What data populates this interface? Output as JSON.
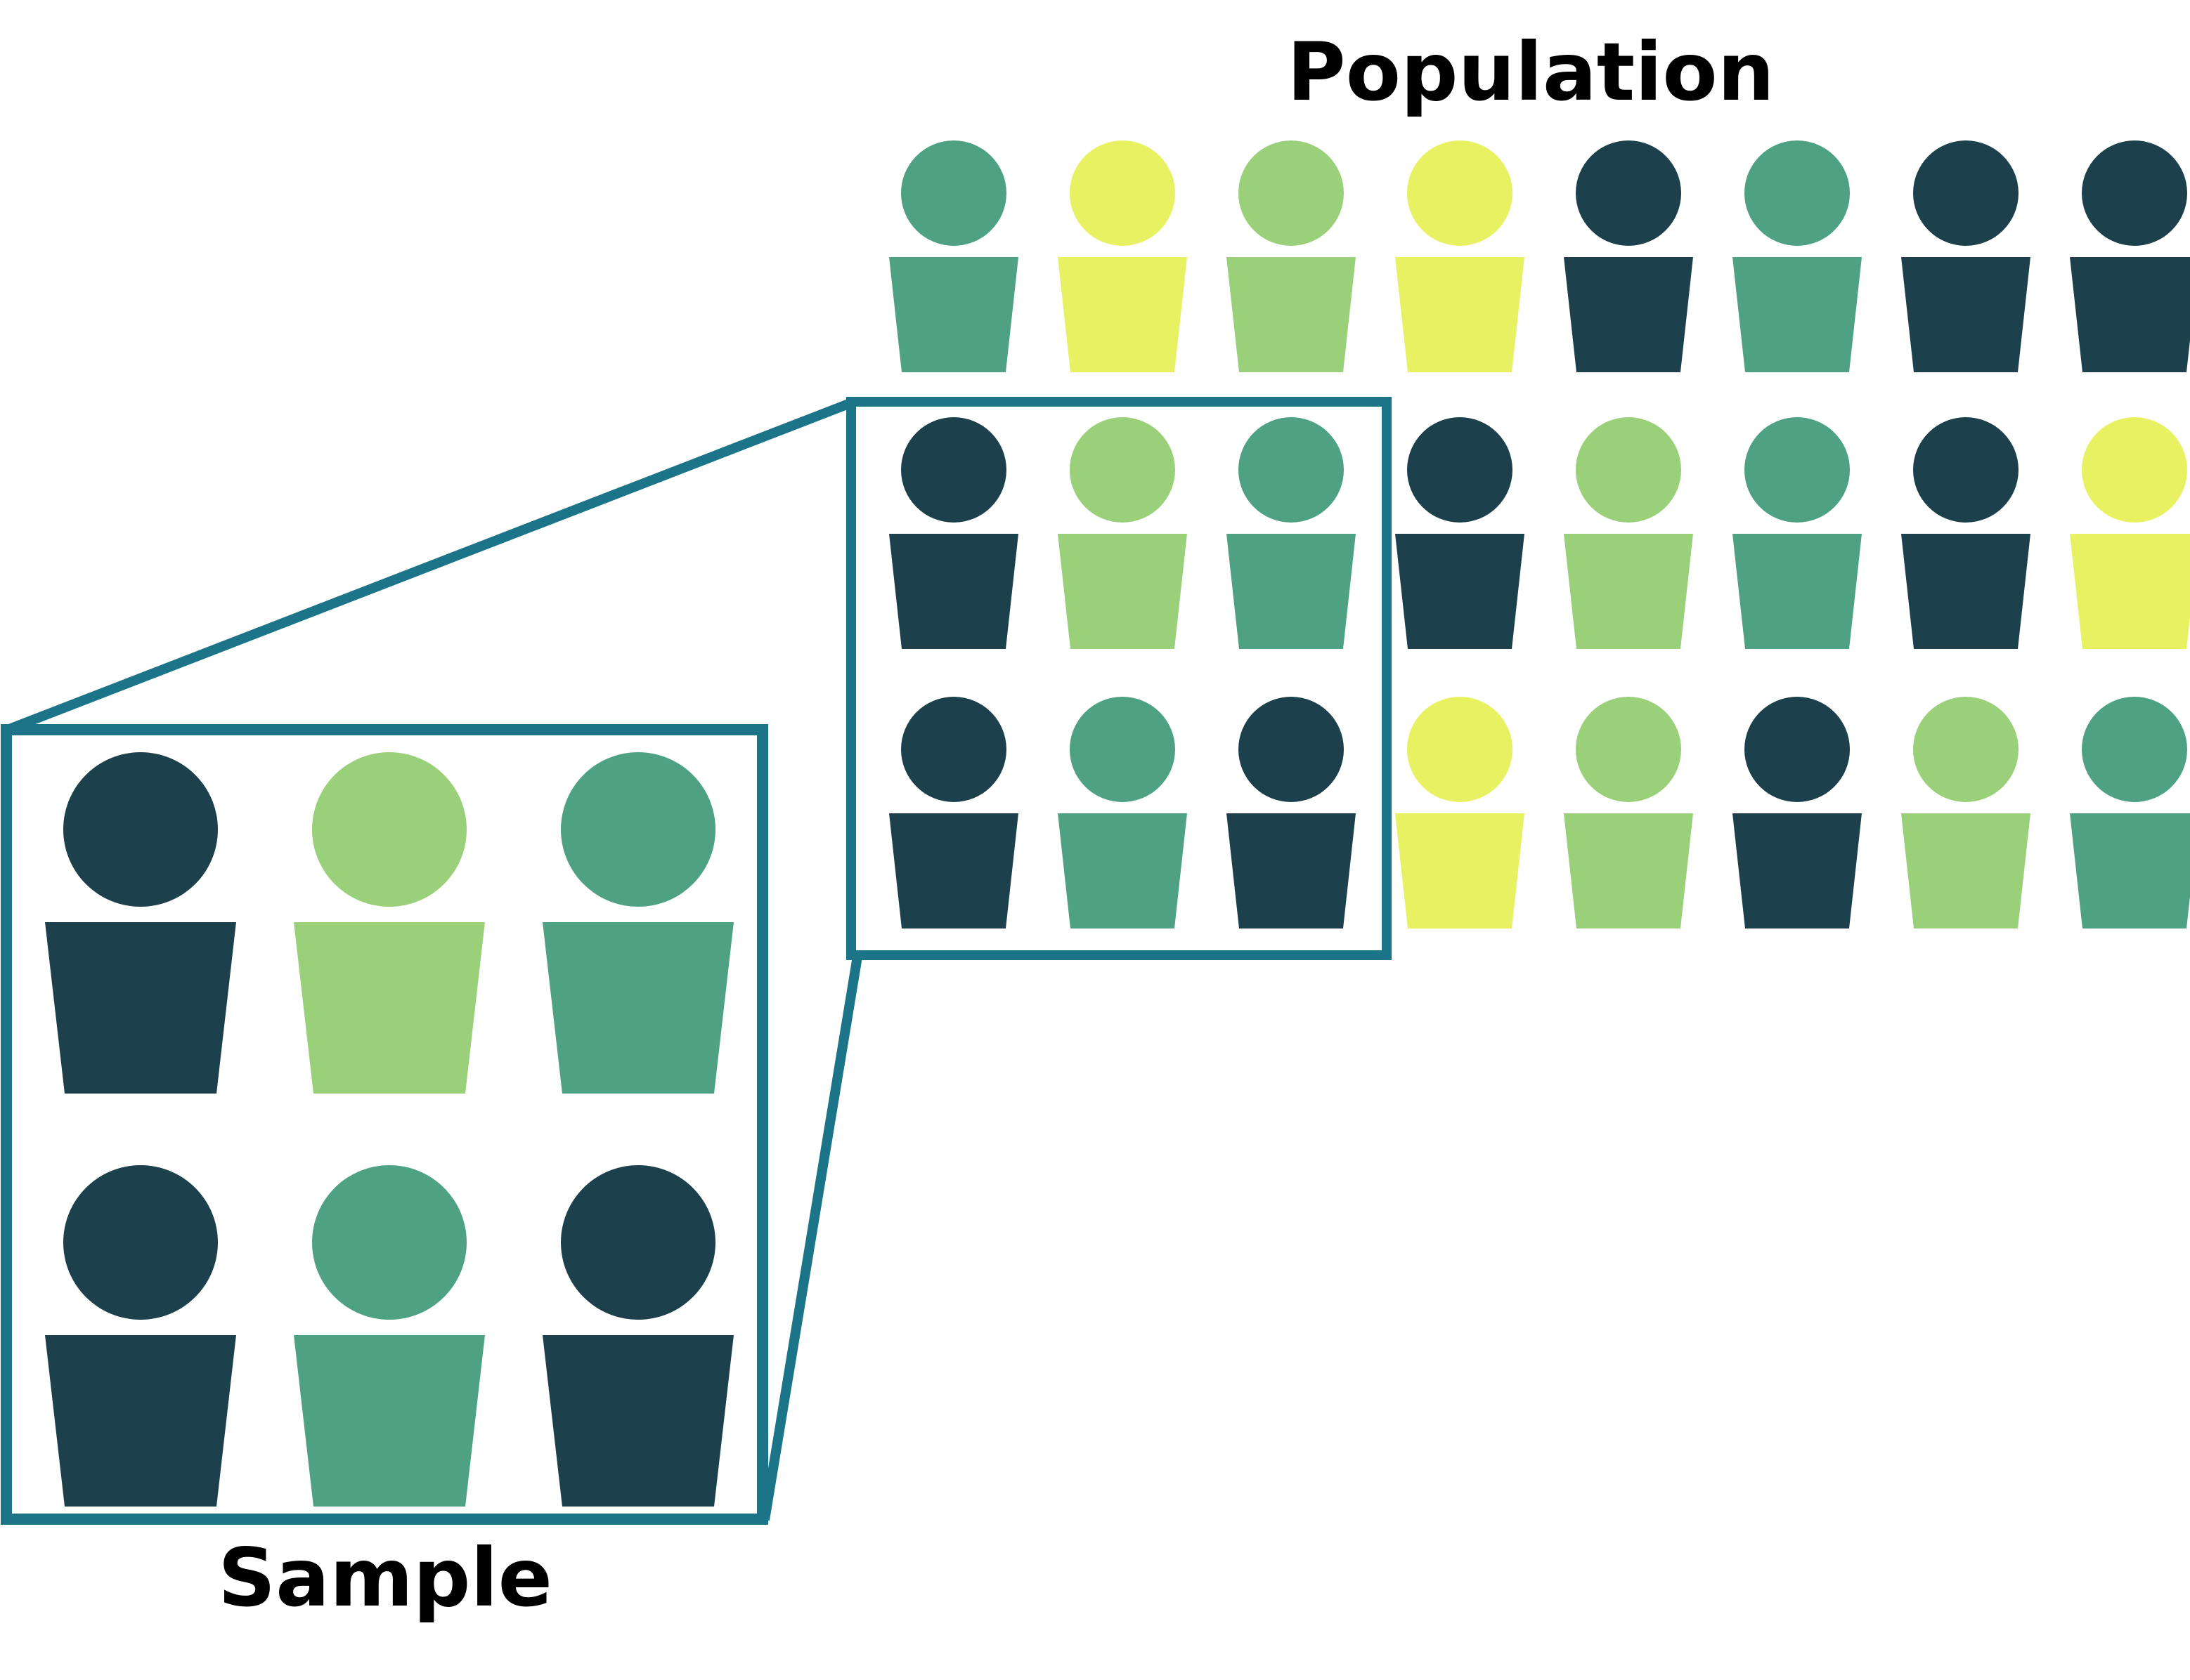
{
  "labels": {
    "population": "Population",
    "sample": "Sample"
  },
  "colors": {
    "dark": "#1c414c",
    "green": "#4ea283",
    "lightgreen": "#9bd07a",
    "yellow": "#e8f162",
    "frame": "#1b7488"
  },
  "population": {
    "rows": [
      [
        "green",
        "yellow",
        "lightgreen",
        "yellow",
        "dark",
        "green",
        "dark",
        "dark"
      ],
      [
        "dark",
        "lightgreen",
        "green",
        "dark",
        "lightgreen",
        "green",
        "dark",
        "yellow"
      ],
      [
        "dark",
        "green",
        "dark",
        "yellow",
        "lightgreen",
        "dark",
        "lightgreen",
        "green"
      ]
    ]
  },
  "sample": {
    "rows": [
      [
        "dark",
        "lightgreen",
        "green"
      ],
      [
        "dark",
        "green",
        "dark"
      ]
    ]
  }
}
